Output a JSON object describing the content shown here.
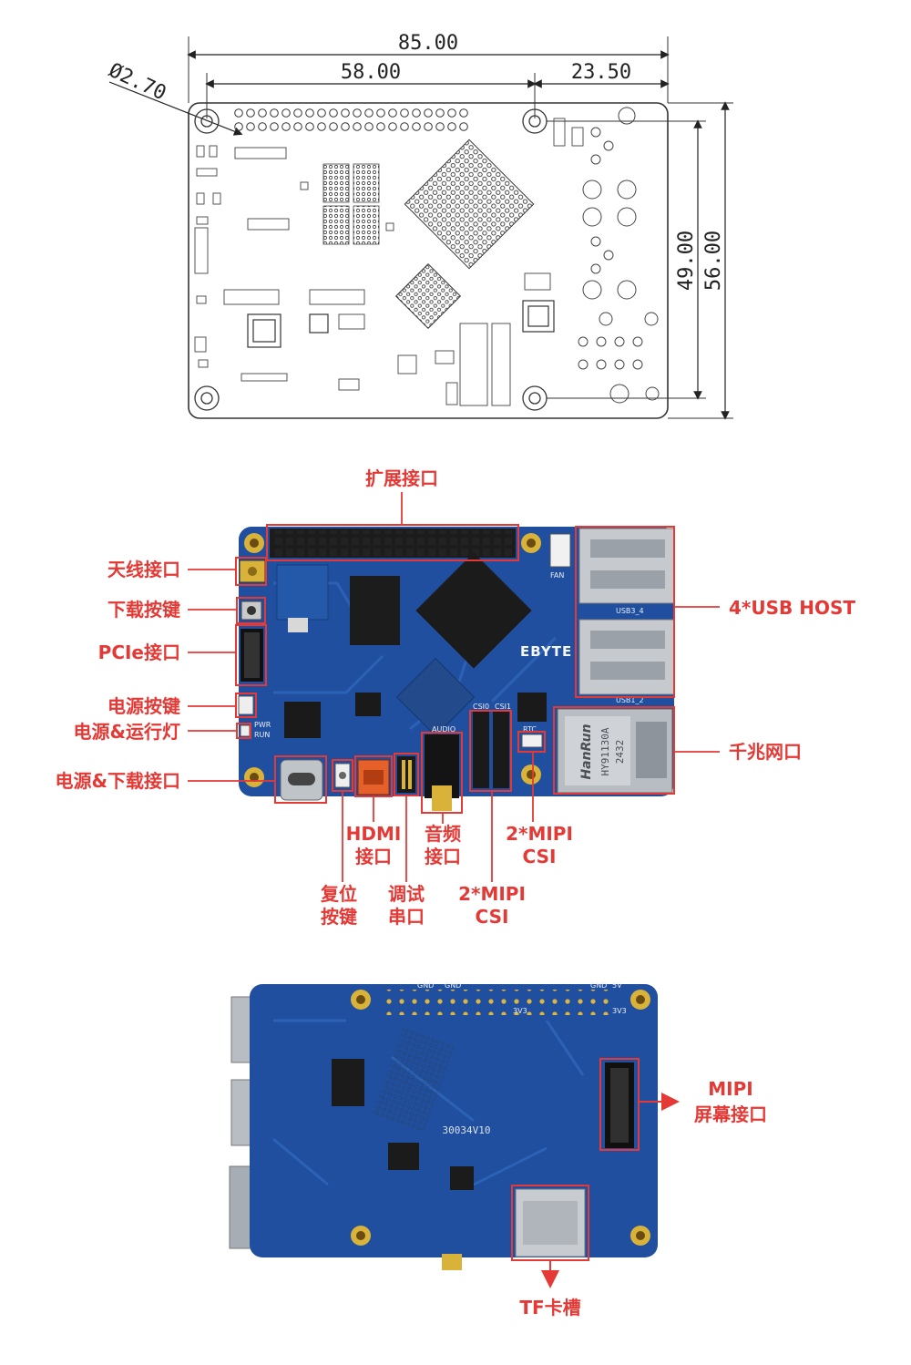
{
  "dimensions": {
    "width_total": "85.00",
    "hole_spacing_x": "58.00",
    "hole_to_edge_x": "23.50",
    "hole_spacing_y": "49.00",
    "height_total": "56.00",
    "hole_diameter": "Ø2.70"
  },
  "front_labels": {
    "expansion": "扩展接口",
    "antenna": "天线接口",
    "download_btn": "下载按键",
    "pcie": "PCIe接口",
    "power_btn": "电源按键",
    "power_led": "电源&运行灯",
    "power_download": "电源&下载接口",
    "usb": "4*USB HOST",
    "ethernet": "千兆网口",
    "hdmi_l1": "HDMI",
    "hdmi_l2": "接口",
    "audio_l1": "音频",
    "audio_l2": "接口",
    "csi_a_l1": "2*MIPI",
    "csi_a_l2": "CSI",
    "reset_l1": "复位",
    "reset_l2": "按键",
    "debug_l1": "调试",
    "debug_l2": "串口",
    "csi_b_l1": "2*MIPI",
    "csi_b_l2": "CSI"
  },
  "back_labels": {
    "mipi_l1": "MIPI",
    "mipi_l2": "屏幕接口",
    "tf": "TF卡槽"
  },
  "board_silk": {
    "brand": "EBYTE",
    "eth_brand": "HanRun",
    "eth_model": "HY91130A",
    "eth_code": "2432",
    "usb_a": "USB3_4",
    "usb_b": "USB1_2",
    "csi0": "CSI0",
    "csi1": "CSI1",
    "audio": "AUDIO",
    "fan": "FAN",
    "rtc": "RTC",
    "pwr": "PWR",
    "run": "RUN",
    "back_version": "30034V10",
    "gnd": "GND",
    "v3": "3V3",
    "v5": "5V"
  },
  "colors": {
    "label_red": "#e53935",
    "board_blue": "#1e4f9c",
    "dimension_line": "#222222"
  }
}
